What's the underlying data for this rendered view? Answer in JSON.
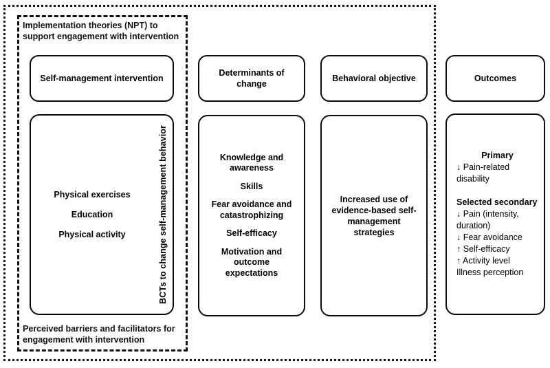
{
  "diagram": {
    "scopes": {
      "implementation": "Implementation theories (NPT) to support engagement with intervention",
      "barriers": "Perceived barriers and facilitators for engagement with intervention"
    },
    "columns": [
      {
        "id": "intervention",
        "header": "Self-management intervention",
        "vertical_label": "BCTs to change self-management behavior",
        "items": [
          "Physical exercises",
          "Education",
          "Physical activity"
        ]
      },
      {
        "id": "determinants",
        "header": "Determinants of\nchange",
        "items": [
          "Knowledge and\nawareness",
          "Skills",
          "Fear avoidance and\ncatastrophizing",
          "Self-efficacy",
          "Motivation and\noutcome\nexpectations"
        ]
      },
      {
        "id": "objective",
        "header": "Behavioral objective",
        "body": "Increased use of\nevidence-based self-\nmanagement\nstrategies"
      },
      {
        "id": "outcomes",
        "header": "Outcomes",
        "groups": [
          {
            "title": "Primary",
            "title_align": "center",
            "items": [
              "↓ Pain-related",
              "disability"
            ]
          },
          {
            "title": "Selected secondary",
            "title_align": "left",
            "items": [
              "↓ Pain (intensity,",
              "duration)",
              "↓ Fear avoidance",
              "↑ Self-efficacy",
              "↑ Activity level",
              "Illness perception"
            ]
          }
        ]
      }
    ]
  },
  "colors": {
    "stroke": "#0b0b0b",
    "background": "#ffffff",
    "text": "#000000"
  }
}
